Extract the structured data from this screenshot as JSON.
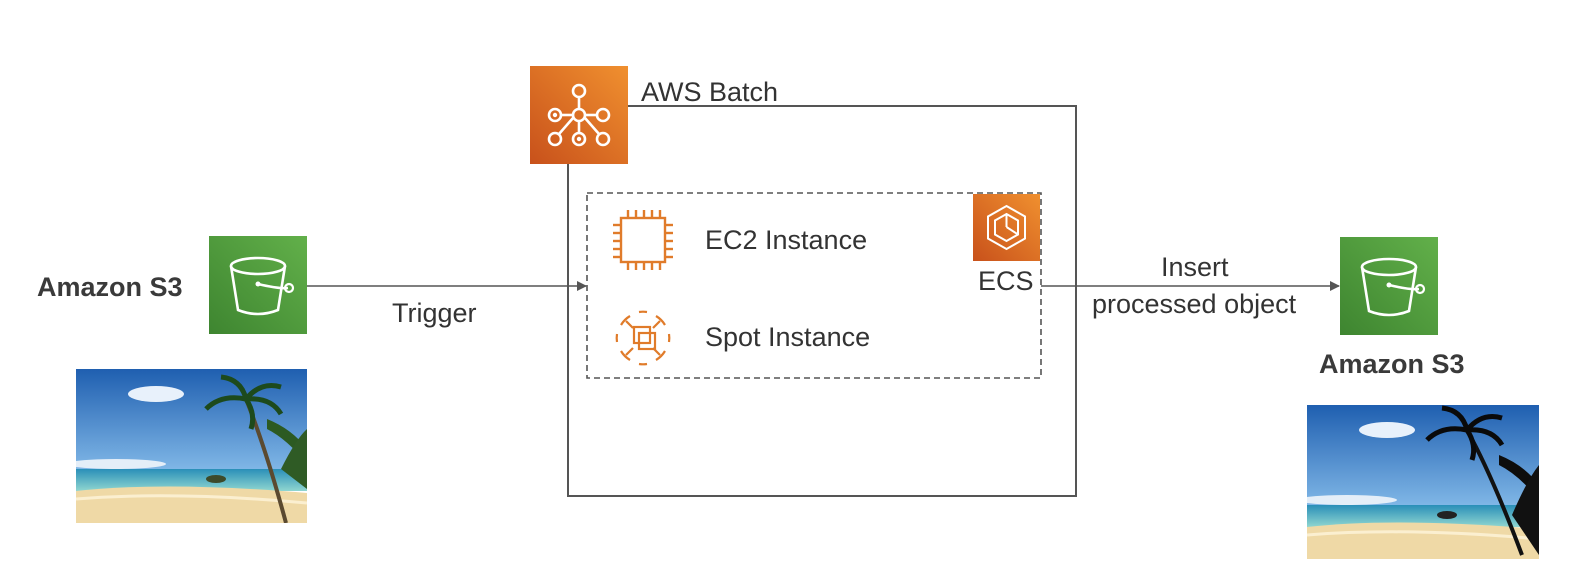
{
  "batch": {
    "title": "AWS Batch",
    "icon": "aws-batch-icon",
    "color": "#E07B2A"
  },
  "compute": {
    "ec2_label": "EC2 Instance",
    "ec2_icon": "ec2-chip-icon",
    "spot_label": "Spot Instance",
    "spot_icon": "spot-instance-icon",
    "ecs_label": "ECS",
    "ecs_icon": "ecs-icon"
  },
  "source": {
    "label": "Amazon S3",
    "icon": "s3-bucket-icon",
    "color": "#4E9A38",
    "image": "beach-photo"
  },
  "destination": {
    "label": "Amazon S3",
    "icon": "s3-bucket-icon",
    "color": "#4E9A38",
    "image": "beach-photo-processed"
  },
  "arrows": {
    "trigger_label": "Trigger",
    "insert_label_line1": "Insert",
    "insert_label_line2": "processed object"
  }
}
